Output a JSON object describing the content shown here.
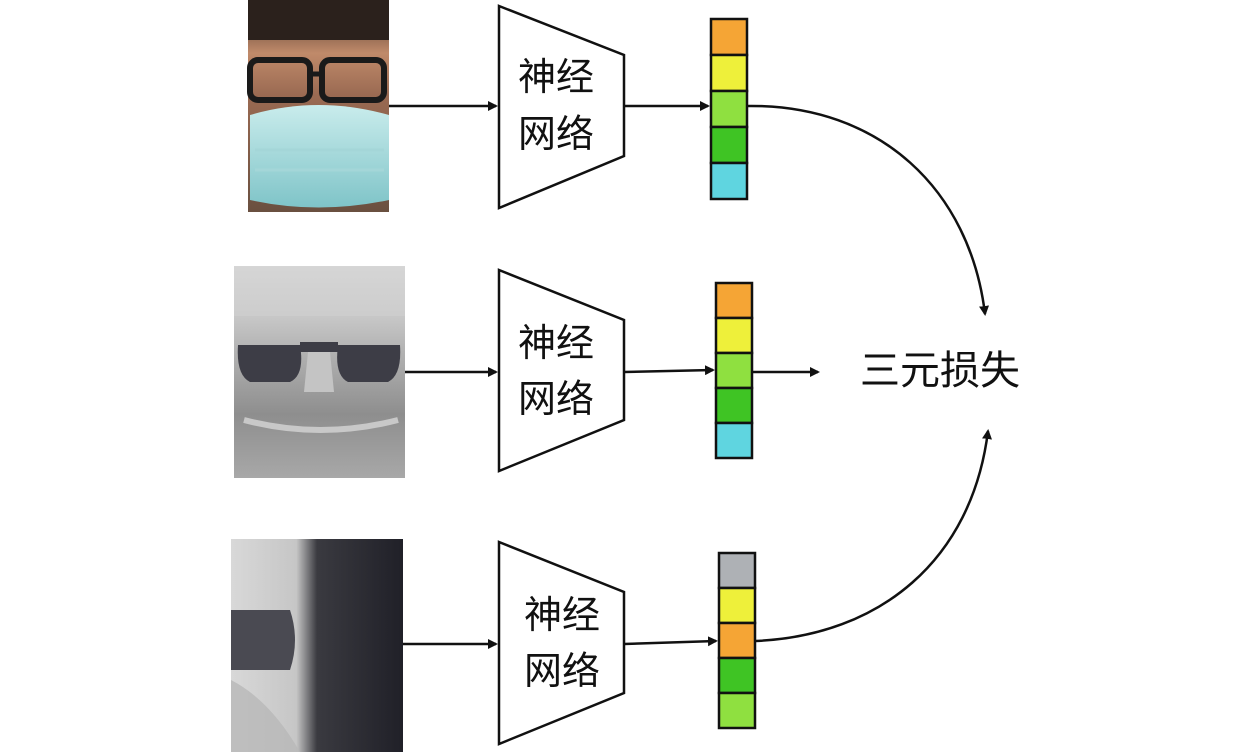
{
  "network_label": [
    "神经",
    "网络"
  ],
  "loss_label": "三元损失",
  "colors": {
    "orange": "#f5a535",
    "yellow": "#eef03a",
    "lightgreen": "#8fe040",
    "green": "#3fc424",
    "cyan": "#5fd5e0",
    "gray": "#aeb1b5"
  },
  "rows": [
    {
      "image": "face-rgb-mask-glasses",
      "embedding": [
        "orange",
        "yellow",
        "lightgreen",
        "green",
        "cyan"
      ]
    },
    {
      "image": "face-thermal-sunglasses-front",
      "embedding": [
        "orange",
        "yellow",
        "lightgreen",
        "green",
        "cyan"
      ]
    },
    {
      "image": "face-thermal-sunglasses-side",
      "embedding": [
        "gray",
        "yellow",
        "orange",
        "green",
        "lightgreen"
      ]
    }
  ]
}
